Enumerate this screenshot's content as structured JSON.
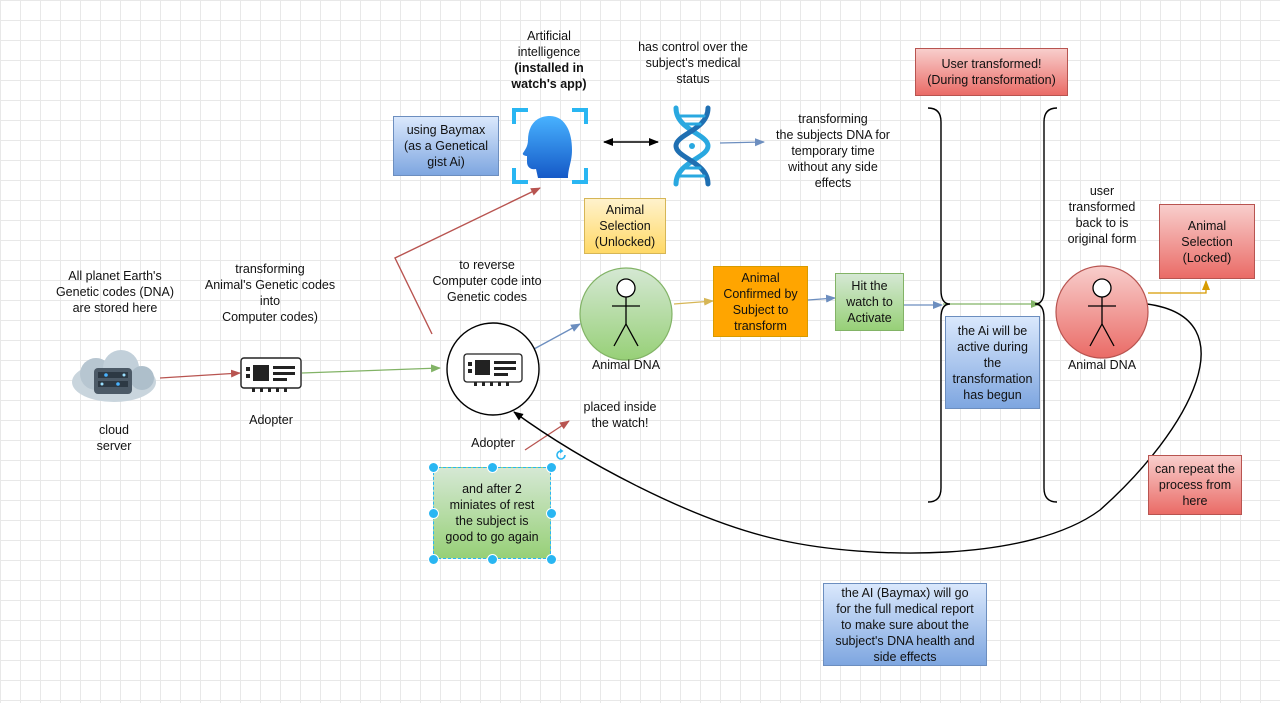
{
  "labels": {
    "planet_codes": [
      "All planet Earth's",
      "Genetic codes (DNA)",
      "are stored here"
    ],
    "cloud_server": [
      "cloud",
      "server"
    ],
    "transform_genetic": [
      "transforming",
      "Animal's Genetic codes",
      "into",
      "Computer codes)"
    ],
    "adopter_1": "Adopter",
    "adopter_2": "Adopter",
    "reverse_codes": [
      "to reverse",
      "Computer code into",
      "Genetic codes"
    ],
    "ai_title": [
      "Artificial",
      "intelligence"
    ],
    "ai_installed": [
      "(installed in",
      "watch's app)"
    ],
    "medical_control": [
      "has control over the",
      "subject's medical",
      "status"
    ],
    "transform_dna": [
      "transforming",
      "the subjects DNA for",
      "temporary time",
      "without any side",
      "effects"
    ],
    "animal_dna_1": "Animal DNA",
    "animal_dna_2": "Animal DNA",
    "placed_inside": [
      "placed inside",
      "the watch!"
    ],
    "user_back": [
      "user",
      "transformed",
      "back to is",
      "original form"
    ]
  },
  "boxes": {
    "baymax": [
      "using Baymax",
      "(as a Genetical",
      "gist Ai)"
    ],
    "animal_unlocked": [
      "Animal",
      "Selection",
      "(Unlocked)"
    ],
    "animal_confirmed": [
      "Animal",
      "Confirmed by",
      "Subject to",
      "transform"
    ],
    "hit_watch": [
      "Hit the",
      "watch to",
      "Activate"
    ],
    "user_transformed": [
      "User transformed!",
      "(During transformation)"
    ],
    "ai_active": [
      "the Ai will be",
      "active during",
      "the",
      "transformation",
      "has begun"
    ],
    "animal_locked": [
      "Animal",
      "Selection",
      "(Locked)"
    ],
    "rest": [
      "and after 2",
      "miniates of rest",
      "the subject is",
      "good to go again"
    ],
    "repeat": [
      "can repeat the",
      "process from",
      "here"
    ],
    "full_report": [
      "the AI (Baymax) will go",
      "for the full medical report",
      "to make sure about the",
      "subject's DNA health and",
      "side effects"
    ]
  },
  "colors": {
    "blue_fill": "#dae8fc",
    "red_fill": "#f8cecc",
    "yellow_fill": "#fff2cc",
    "orange_fill": "#ffa500",
    "green_fill": "#d5e8d4",
    "selection": "#29b6f2"
  }
}
